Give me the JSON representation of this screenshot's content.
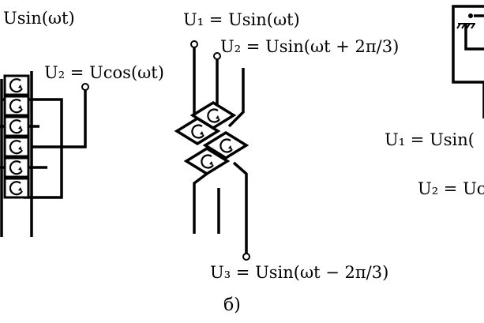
{
  "left_panel": {
    "top_label": "Usin(ωt)",
    "u2_label": "U₂ = Ucos(ωt)"
  },
  "middle_panel": {
    "u1_label": "U₁ = Usin(ωt)",
    "u2_label": "U₂ = Usin(ωt + 2π/3)",
    "u3_label": "U₃ = Usin(ωt − 2π/3)",
    "caption": "б)"
  },
  "right_panel": {
    "u1_partial": "U₁ = Usin(",
    "u2_partial": "U₂ = Uc"
  },
  "colors": {
    "ink": "#000000",
    "background": "#ffffff"
  }
}
